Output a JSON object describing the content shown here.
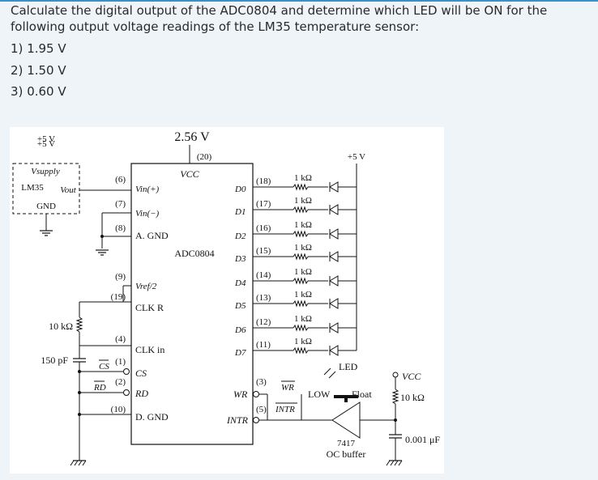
{
  "question": {
    "text": "Calculate the digital output of the ADC0804 and determine which LED will be ON for the following output voltage readings of the LM35 temperature sensor:",
    "options": [
      {
        "num": "1)",
        "value": "1.95 V"
      },
      {
        "num": "2)",
        "value": "1.50 V"
      },
      {
        "num": "3)",
        "value": "0.60 V"
      }
    ]
  },
  "circuit": {
    "vref_supply": "+5 V",
    "vref_value": "2.56 V",
    "vcc_pin": "(20)",
    "vcc_label": "VCC",
    "led_supply": "+5 V",
    "sensor": {
      "vsupply": "Vsupply",
      "name": "LM35",
      "vout": "Vout",
      "gnd": "GND"
    },
    "chip_name": "ADC0804",
    "left_pins": [
      {
        "num": "(6)",
        "label": "Vin(+)"
      },
      {
        "num": "(7)",
        "label": "Vin(−)"
      },
      {
        "num": "(8)",
        "label": "A. GND"
      },
      {
        "num": "(9)",
        "label": "Vref/2"
      },
      {
        "num": "(19)",
        "label": "CLK R"
      },
      {
        "num": "(4)",
        "label": "CLK in"
      },
      {
        "num": "(1)",
        "label": "CS"
      },
      {
        "num": "(2)",
        "label": "RD"
      },
      {
        "num": "(10)",
        "label": "D. GND"
      }
    ],
    "cs_bar": "CS",
    "rd_bar": "RD",
    "outputs": [
      {
        "pin": "(18)",
        "label": "D0",
        "resistor": "1 kΩ"
      },
      {
        "pin": "(17)",
        "label": "D1",
        "resistor": "1 kΩ"
      },
      {
        "pin": "(16)",
        "label": "D2",
        "resistor": "1 kΩ"
      },
      {
        "pin": "(15)",
        "label": "D3",
        "resistor": "1 kΩ"
      },
      {
        "pin": "(14)",
        "label": "D4",
        "resistor": "1 kΩ"
      },
      {
        "pin": "(13)",
        "label": "D5",
        "resistor": "1 kΩ"
      },
      {
        "pin": "(12)",
        "label": "D6",
        "resistor": "1 kΩ"
      },
      {
        "pin": "(11)",
        "label": "D7",
        "resistor": "1 kΩ"
      }
    ],
    "wr": {
      "pin": "(3)",
      "label": "WR",
      "bar": "WR"
    },
    "intr": {
      "pin": "(5)",
      "label": "INTR",
      "bar": "INTR"
    },
    "clk_resistor": "10 kΩ",
    "clk_cap": "150 pF",
    "led_label": "LED",
    "low_label": "LOW",
    "float_label": "Float",
    "buffer_part": "7417",
    "buffer_type": "OC buffer",
    "vcc_right": "VCC",
    "pullup": "10 kΩ",
    "cap_right": "0.001 μF"
  }
}
